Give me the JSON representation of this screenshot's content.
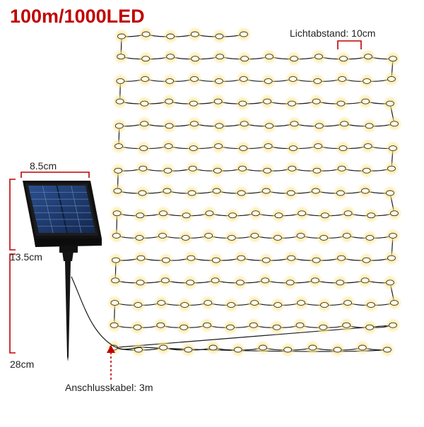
{
  "title": "100m/1000LED",
  "labels": {
    "spacing": "Lichtabstand: 10cm",
    "panel_width": "8.5cm",
    "panel_height": "13.5cm",
    "stake_height": "28cm",
    "cable": "Anschlusskabel: 3m"
  },
  "colors": {
    "title": "#c00000",
    "annotation": "#c00000",
    "text": "#222222",
    "wire": "#1a1a1a",
    "led_glow": "#ffe9a0",
    "led_core": "#fffbe8",
    "panel_frame": "#1c1c1c",
    "panel_cells": "#1e3a6e"
  },
  "icons": [
    "solar-panel-icon",
    "ground-stake-icon",
    "led-string-icon"
  ]
}
